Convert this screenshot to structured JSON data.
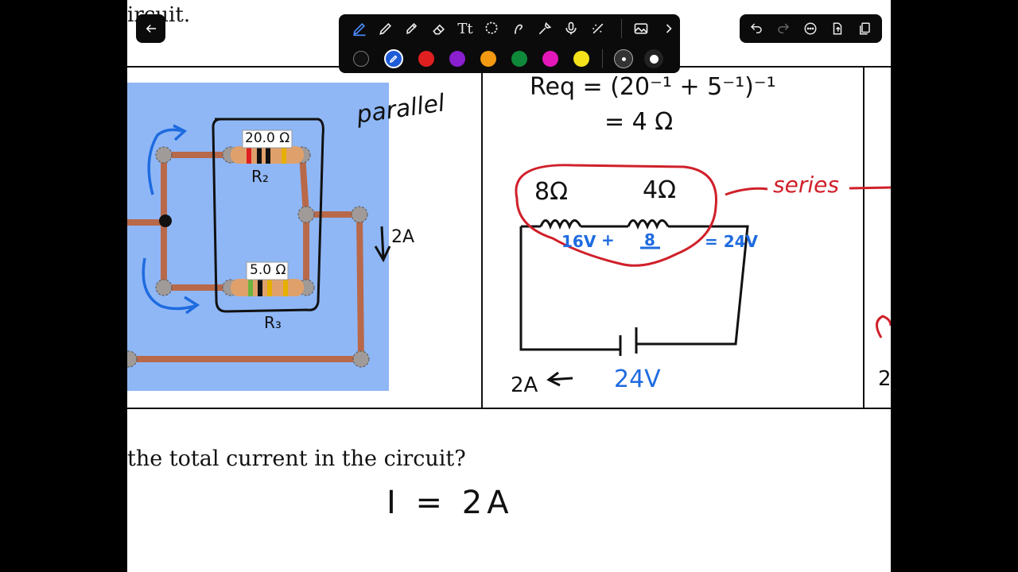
{
  "document": {
    "heading_fragment": "ircuit.",
    "question": "the total current in the circuit?"
  },
  "simulation": {
    "resistor_top_label": "20.0 Ω",
    "resistor_bottom_label": "5.0 Ω"
  },
  "annotations": {
    "parallel_note": "parallel",
    "r2_label": "R₂",
    "r3_label": "R₃",
    "current_arrow_label": "2A",
    "req_formula": "Req = (20⁻¹ + 5⁻¹)⁻¹",
    "req_result": "= 4 Ω",
    "series_res_1": "8Ω",
    "series_res_2": "4Ω",
    "series_note": "series",
    "voltage_1": "16V",
    "plus_sign": "+",
    "voltage_2": "8",
    "voltage_total": "= 24V",
    "battery_voltage": "24V",
    "circuit_current": "2A",
    "right_edge_label": "2",
    "answer": "I = 2A"
  },
  "toolbar": {
    "tools": [
      "pen-icon",
      "pencil-icon",
      "highlighter-icon",
      "eraser-icon",
      "text-tool-icon",
      "lasso-icon",
      "shape-tool-icon",
      "laser-pointer-icon",
      "microphone-icon",
      "magic-tool-icon",
      "image-icon",
      "chevron-right-icon"
    ],
    "text_tool_glyph": "Tt",
    "colors": [
      "#111111",
      "#1e5bd6",
      "#e02020",
      "#8a1fd0",
      "#f39a12",
      "#0f8a3a",
      "#e417b9",
      "#f5e21a"
    ]
  },
  "right_toolbar": {
    "tools": [
      "undo-icon",
      "redo-icon",
      "more-icon",
      "export-icon",
      "pages-icon"
    ]
  },
  "back_button": {
    "icon": "back-arrow-icon"
  }
}
